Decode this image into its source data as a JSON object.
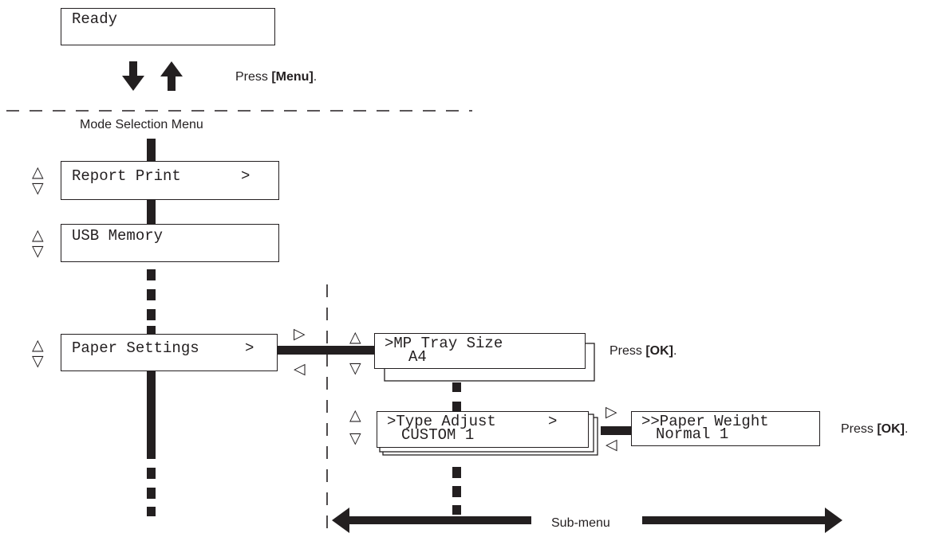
{
  "ready_display": {
    "line1": "Ready"
  },
  "press_menu": {
    "prefix": "Press ",
    "key": "[Menu]",
    "suffix": "."
  },
  "mode_selection_label": "Mode Selection Menu",
  "menu_items": {
    "report_print": {
      "label": "Report Print",
      "arrow": ">"
    },
    "usb_memory": {
      "label": "USB Memory"
    },
    "paper_settings": {
      "label": "Paper Settings",
      "arrow": ">"
    }
  },
  "submenu_items": {
    "mp_tray_size": {
      "line1": ">MP Tray Size",
      "line2": "A4"
    },
    "type_adjust": {
      "line1": ">Type Adjust",
      "arrow": ">",
      "line2": "CUSTOM 1"
    },
    "paper_weight": {
      "line1": ">>Paper Weight",
      "line2": "Normal 1"
    }
  },
  "press_ok_1": {
    "prefix": "Press ",
    "key": "[OK]",
    "suffix": "."
  },
  "press_ok_2": {
    "prefix": "Press ",
    "key": "[OK]",
    "suffix": "."
  },
  "submenu_label": "Sub-menu",
  "nav_keys": {
    "up": "△",
    "down": "▽",
    "right": "▷",
    "left": "◁"
  },
  "colors": {
    "ink": "#231f20",
    "background": "#ffffff"
  }
}
